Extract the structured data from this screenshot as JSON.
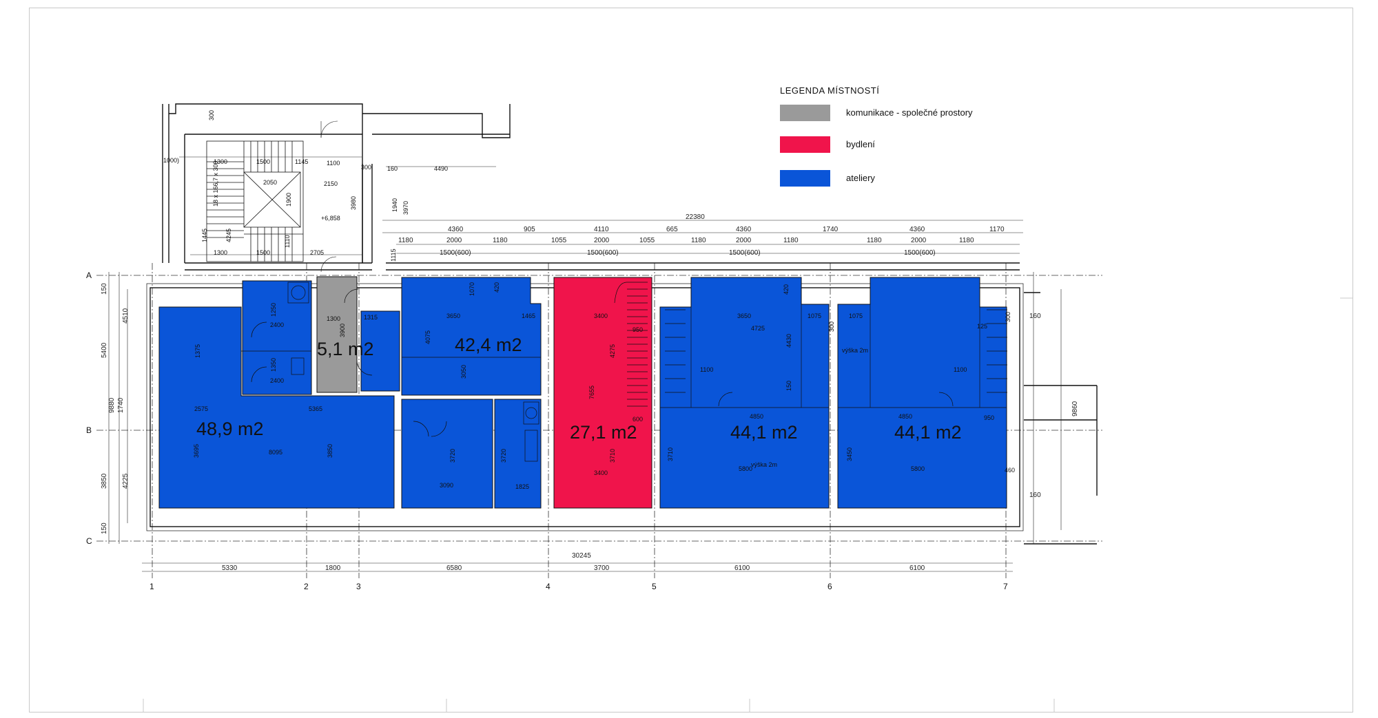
{
  "colors": {
    "common": "#9a9a9a",
    "living": "#f0144b",
    "studio": "#0a55d8",
    "line": "#111111"
  },
  "legend": {
    "title": "LEGENDA MÍSTNOSTÍ",
    "items": [
      {
        "label": "komunikace - společné prostory",
        "category": "common"
      },
      {
        "label": "bydlení",
        "category": "living"
      },
      {
        "label": "ateliery",
        "category": "studio"
      }
    ]
  },
  "rooms": [
    {
      "area": "48,9 m2",
      "category": "studio"
    },
    {
      "area": "5,1 m2",
      "category": "common"
    },
    {
      "area": "42,4 m2",
      "category": "studio"
    },
    {
      "area": "27,1 m2",
      "category": "living"
    },
    {
      "area": "44,1 m2",
      "category": "studio"
    },
    {
      "area": "44,1 m2",
      "category": "studio"
    }
  ],
  "axes": {
    "columns": [
      "1",
      "2",
      "3",
      "4",
      "5",
      "6",
      "7"
    ],
    "rows": [
      "A",
      "B",
      "C"
    ]
  },
  "dimensions": {
    "bottom": [
      "5330",
      "1800",
      "6580",
      "3700",
      "6100",
      "6100"
    ],
    "bottom_total": "30245",
    "top_total": "22380",
    "top_modules": [
      "4360",
      "905",
      "4110",
      "665",
      "4360",
      "1740",
      "4360",
      "1170"
    ],
    "top_windows": [
      "1180",
      "2000",
      "1180",
      "1055",
      "2000",
      "1055",
      "1180",
      "2000",
      "1180",
      "1180",
      "2000",
      "1180"
    ],
    "top_openings": [
      "1500(600)",
      "1500(600)",
      "1500(600)",
      "1500(600)"
    ],
    "left": [
      "150",
      "4510",
      "5400",
      "9880",
      "1740",
      "3850",
      "4225",
      "150"
    ],
    "right": [
      "9860",
      "160",
      "160"
    ],
    "stair": [
      "300",
      "1000)",
      "1300",
      "1500",
      "1145",
      "1100",
      "300",
      "160",
      "4490",
      "2050",
      "2150",
      "1900",
      "3980",
      "1940",
      "3970",
      "1445",
      "4245",
      "1300",
      "1500",
      "2705",
      "1115",
      "1110"
    ],
    "stair_level": "+6,858",
    "stair_note": "18 x 166,7 x 300"
  },
  "interior_notes": {
    "heights": [
      "výška 2m",
      "výška 2m"
    ],
    "inner": [
      "1375",
      "8095",
      "5365",
      "2575",
      "3695",
      "3850",
      "1250",
      "2400",
      "1350",
      "2400",
      "1300",
      "3900",
      "1315",
      "1070",
      "420",
      "3650",
      "4075",
      "3050",
      "1465",
      "3720",
      "3090",
      "3720",
      "1825",
      "3400",
      "4275",
      "7655",
      "3710",
      "3400",
      "950",
      "600",
      "3650",
      "4725",
      "1075",
      "1100",
      "4430",
      "150",
      "4850",
      "5800",
      "3710",
      "300",
      "4850",
      "5800",
      "3450",
      "1100",
      "950",
      "460",
      "300",
      "125",
      "420",
      "1075"
    ]
  }
}
